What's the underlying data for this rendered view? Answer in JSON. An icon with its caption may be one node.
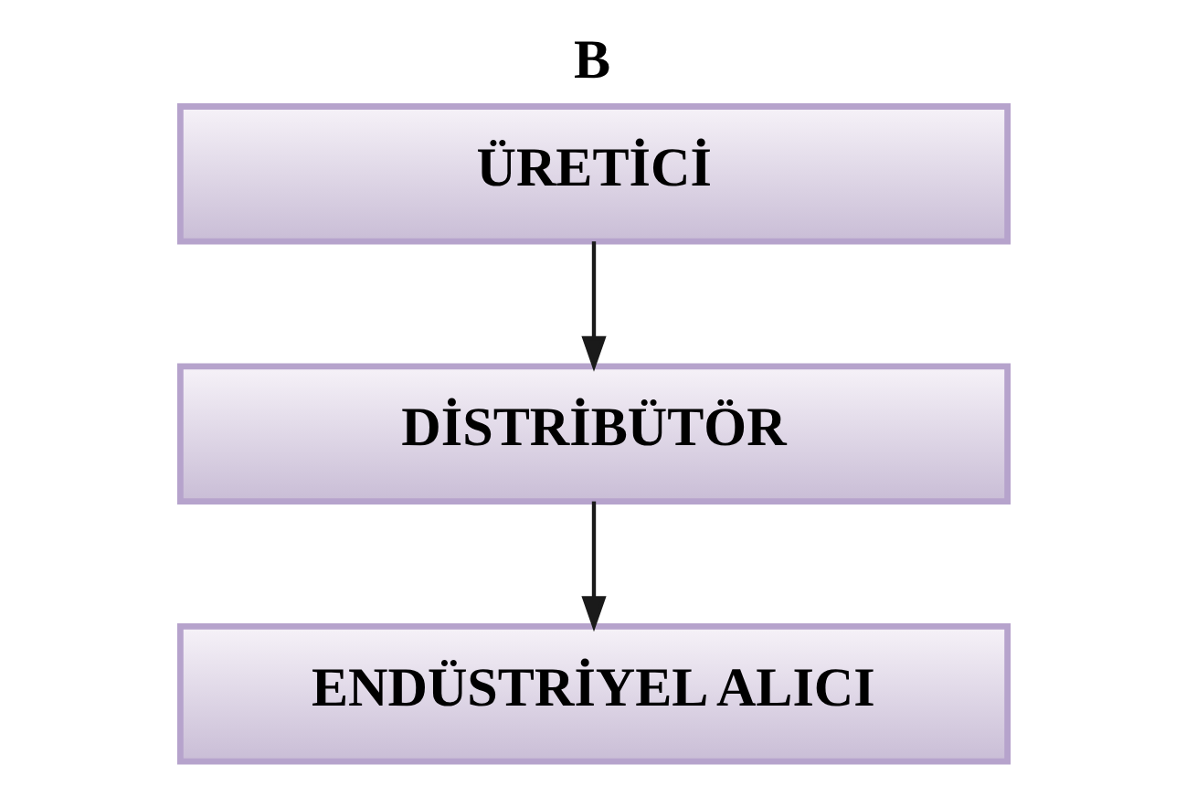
{
  "diagram": {
    "title": "B",
    "nodes": [
      {
        "text": [
          "ÜRETİCİ"
        ]
      },
      {
        "text": [
          "DİSTRİBÜTÖR"
        ]
      },
      {
        "text": [
          "ENDÜSTRİYEL ALICI"
        ]
      }
    ],
    "edges": [
      {
        "from": 0,
        "to": 1,
        "arrow": "to"
      },
      {
        "from": 1,
        "to": 2,
        "arrow": "to"
      }
    ]
  }
}
